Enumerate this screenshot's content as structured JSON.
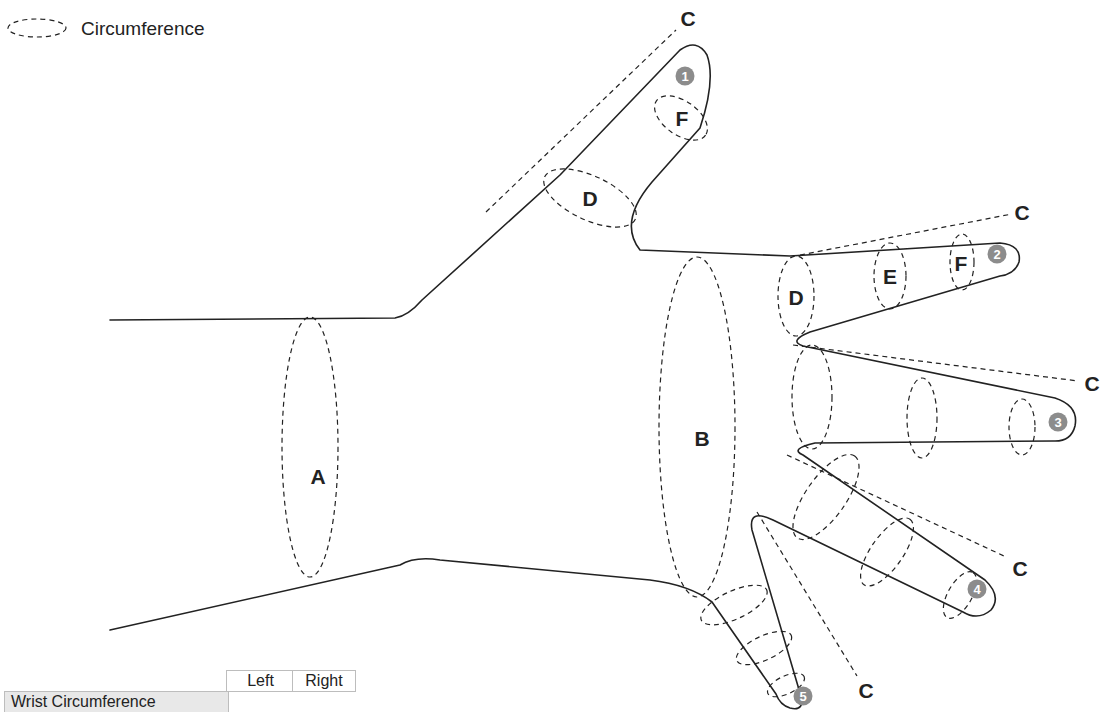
{
  "diagram": {
    "labels": [
      "C",
      "1",
      "F",
      "D",
      "C",
      "F",
      "2",
      "E",
      "D",
      "C",
      "3",
      "B",
      "A",
      "C",
      "4",
      "C",
      "5",
      "Left",
      "Right",
      "Wrist Circumference"
    ],
    "legend": [
      {
        "text": "Circumference"
      }
    ]
  }
}
